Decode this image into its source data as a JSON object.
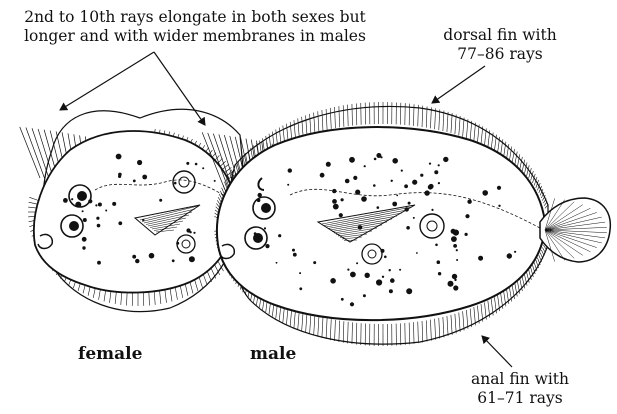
{
  "annotations": {
    "elongate_rays_line1": "2nd to 10th rays elongate in both sexes but",
    "elongate_rays_line2": "longer and with wider membranes in males",
    "dorsal_line1": "dorsal fin with",
    "dorsal_line2": "77–86 rays",
    "anal_line1": "anal fin with",
    "anal_line2": "61–71 rays"
  },
  "specimens": {
    "female_label": "female",
    "male_label": "male"
  },
  "colors": {
    "ink": "#111111",
    "background": "#ffffff"
  }
}
